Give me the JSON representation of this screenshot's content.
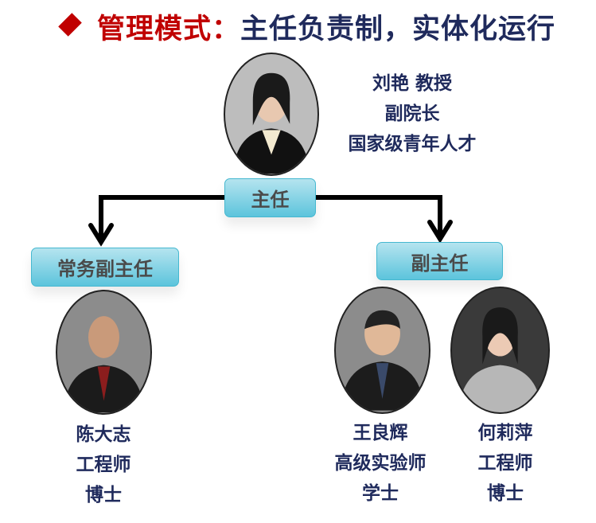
{
  "title": {
    "highlight": "管理模式：",
    "rest": "主任负责制，实体化运行",
    "bullet_icon": "diamond",
    "color_highlight": "#c00000",
    "color_text": "#1f2a5c"
  },
  "director": {
    "role": "主任",
    "lines": [
      "刘艳 教授",
      "副院长",
      "国家级青年人才"
    ]
  },
  "executive_deputy": {
    "role": "常务副主任",
    "people": [
      {
        "lines": [
          "陈大志",
          "工程师",
          "博士"
        ]
      }
    ]
  },
  "deputy": {
    "role": "副主任",
    "people": [
      {
        "lines": [
          "王良辉",
          "高级实验师",
          "学士"
        ]
      },
      {
        "lines": [
          "何莉萍",
          "工程师",
          "博士"
        ]
      }
    ]
  }
}
